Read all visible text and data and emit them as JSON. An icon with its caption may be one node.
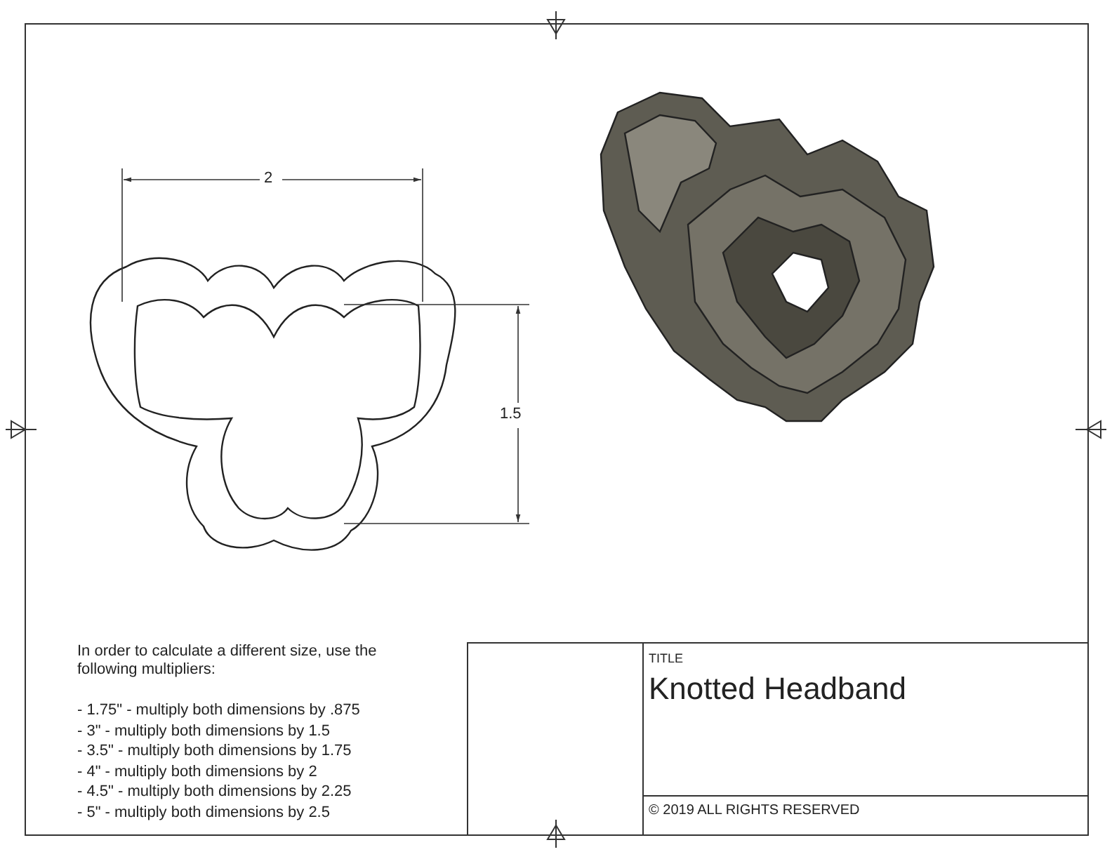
{
  "diagram": {
    "title": "Knotted Headband",
    "labels": [
      "2",
      "1.5",
      "In order to calculate a different size, use the following multipliers:",
      "- 1.75\" - multiply both dimensions by .875",
      "- 3\" - multiply both dimensions by 1.5",
      "- 3.5\" - multiply both dimensions by 1.75",
      "- 4\" - multiply both dimensions by 2",
      "- 4.5\" - multiply both dimensions by 2.25",
      "- 5\" - multiply both dimensions by 2.5",
      "TITLE",
      "© 2019 ALL RIGHTS RESERVED"
    ]
  }
}
